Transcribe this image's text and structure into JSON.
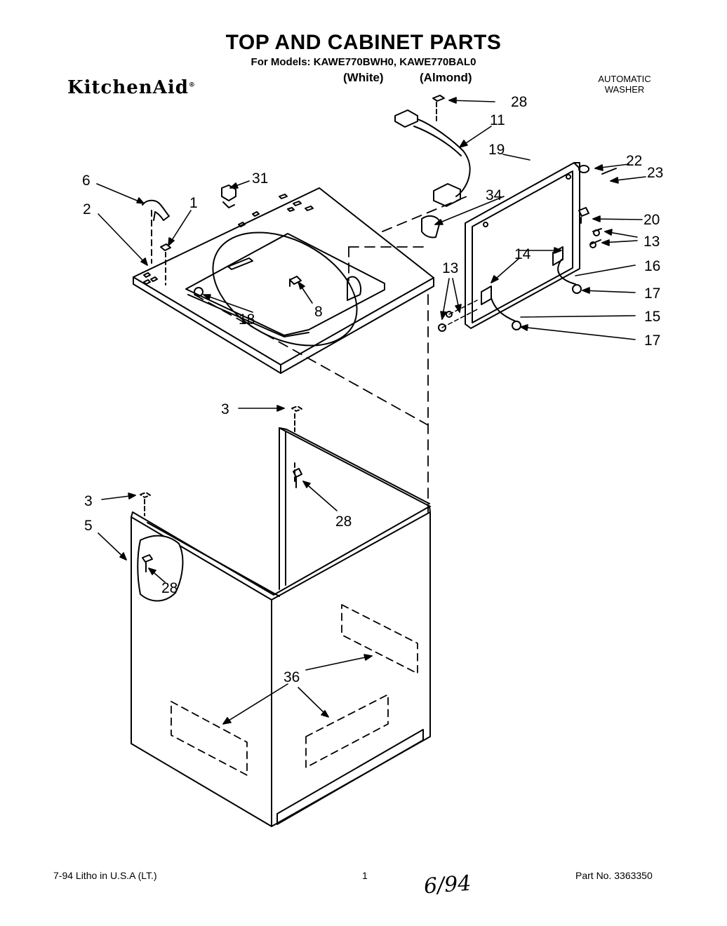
{
  "header": {
    "title": "TOP AND CABINET PARTS",
    "models": "For Models: KAWE770BWH0, KAWE770BAL0",
    "variant_white": "(White)",
    "variant_almond": "(Almond)",
    "brand": "KitchenAid",
    "appliance_line1": "AUTOMATIC",
    "appliance_line2": "WASHER"
  },
  "callouts": {
    "c28a": "28",
    "c11": "11",
    "c19": "19",
    "c22": "22",
    "c23": "23",
    "c6": "6",
    "c31": "31",
    "c34": "34",
    "c1": "1",
    "c2": "2",
    "c20": "20",
    "c13a": "13",
    "c13b": "13",
    "c14": "14",
    "c16": "16",
    "c17a": "17",
    "c15": "15",
    "c17b": "17",
    "c18": "18",
    "c8": "8",
    "c3a": "3",
    "c3b": "3",
    "c28b": "28",
    "c5": "5",
    "c28c": "28",
    "c36": "36"
  },
  "footer": {
    "print_info": "7-94 Litho in U.S.A (LT.)",
    "page_number": "1",
    "handwritten_date": "6/94",
    "part_number": "Part No. 3363350"
  }
}
